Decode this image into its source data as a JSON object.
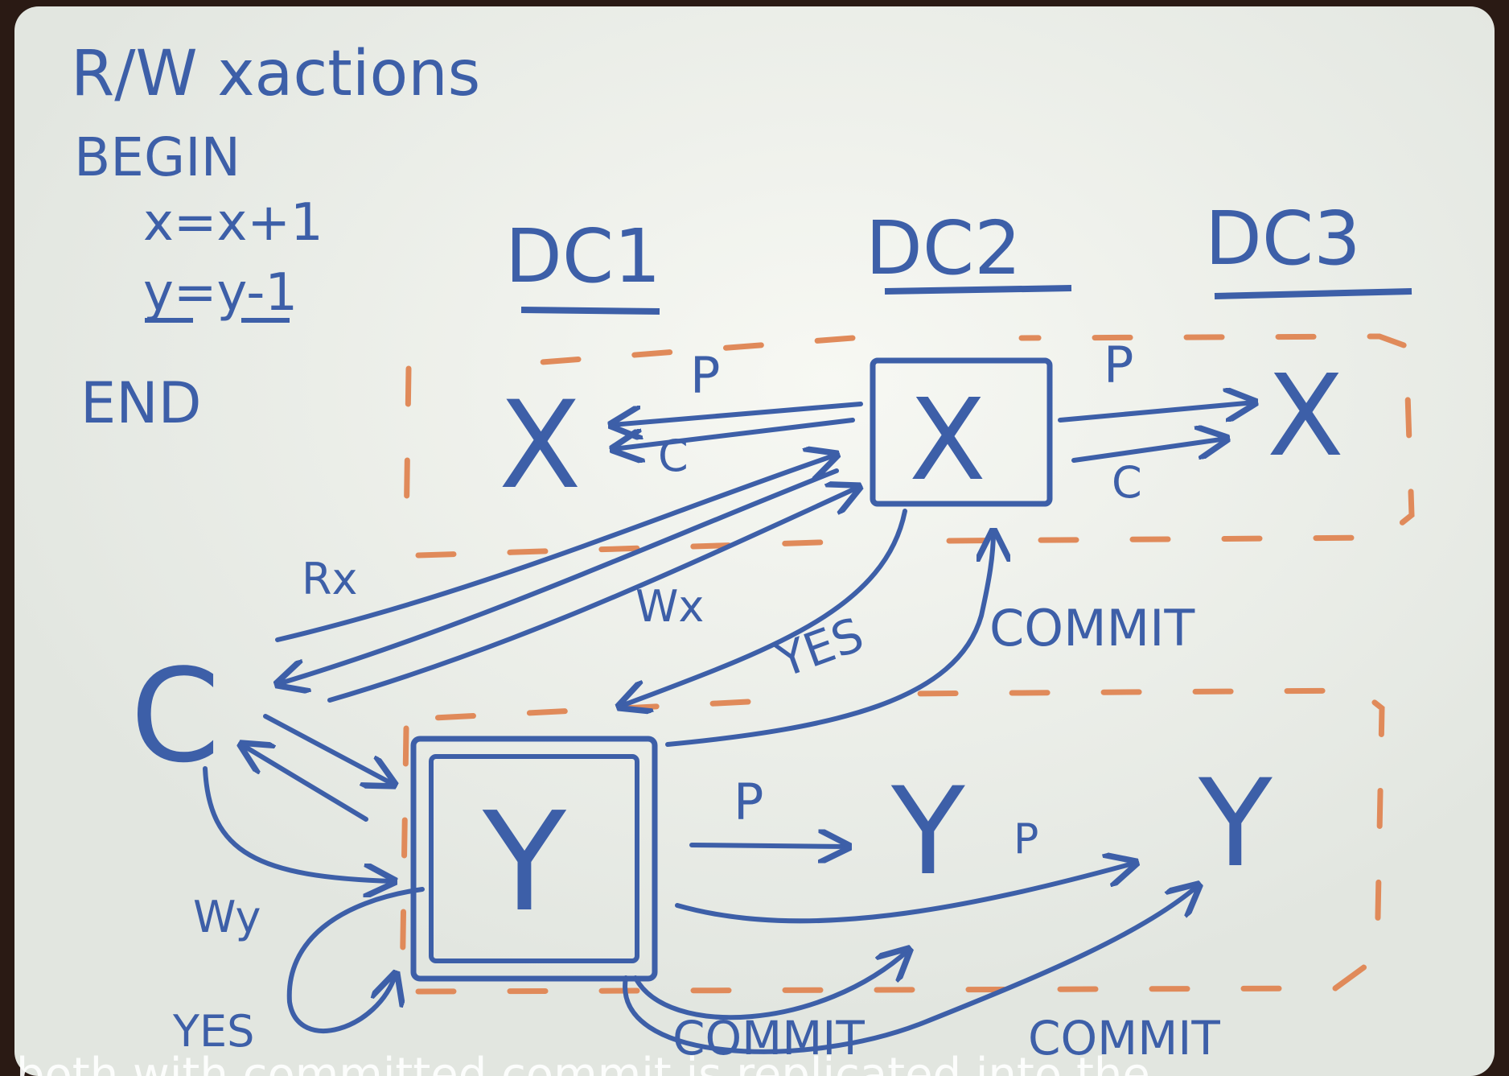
{
  "colors": {
    "board": "#eef0ea",
    "ink": "#3d5fa8",
    "dashed": "#e08a5a",
    "frame": "#2a1a14"
  },
  "pseudo_code": {
    "title": "R/W xactions",
    "begin": "BEGIN",
    "line1": "x=x+1",
    "line2": "y=y-1",
    "end": "END"
  },
  "datacenters": [
    "DC1",
    "DC2",
    "DC3"
  ],
  "nodes": {
    "x_dc1": "X",
    "x_dc2": "X",
    "x_dc3": "X",
    "y_dc1": "Y",
    "y_dc2": "Y",
    "y_dc3": "Y",
    "client": "C"
  },
  "edge_labels": {
    "p_x_dc1": "P",
    "c_x_dc1": "C",
    "p_x_dc3": "P",
    "c_x_dc3": "C",
    "rx": "Rx",
    "wx": "Wx",
    "yes_x": "YES",
    "commit_x": "COMMIT",
    "wy": "Wy",
    "yes_y": "YES",
    "p_y_dc2": "P",
    "p_y_dc3": "P",
    "commit_y_dc2": "COMMIT",
    "commit_y_dc3": "COMMIT"
  },
  "caption": "both with committed commit is replicated into the"
}
